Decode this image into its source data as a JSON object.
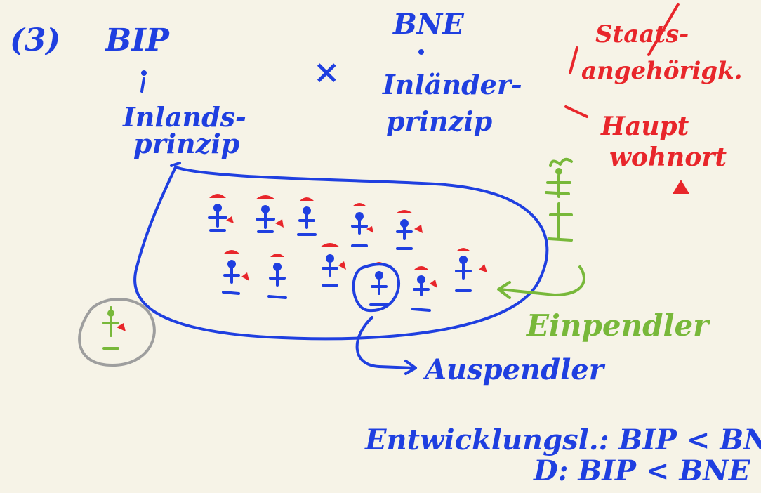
{
  "colors": {
    "background": "#f6f3e7",
    "ink_blue": "#1f3fe0",
    "ink_red": "#e8262b",
    "ink_green": "#78b83a",
    "ink_gray": "#9e9e9e"
  },
  "labels": {
    "section_number": "(3)",
    "bip": "BIP",
    "vs_mark": "×",
    "bne": "BNE",
    "inland_principle": "Inlands-\nprinzip",
    "inlaender_principle": "Inländer-\nprinzip",
    "citizenship": "Staats-\nangehörigk.",
    "main_residence": "Haupt\nwohnort",
    "in_commuters": "Einpendler",
    "out_commuters": "Auspendler",
    "developing_countries": "Entwicklungsl.: BIP < BNE",
    "germany": "D: BIP < BNE"
  },
  "icons": {
    "residents": "person-with-red-hat-icons",
    "in_commuter": "green-person-icon",
    "foreigner": "green-person-red-flag-icon",
    "out_commuter": "circled-person-icon"
  }
}
